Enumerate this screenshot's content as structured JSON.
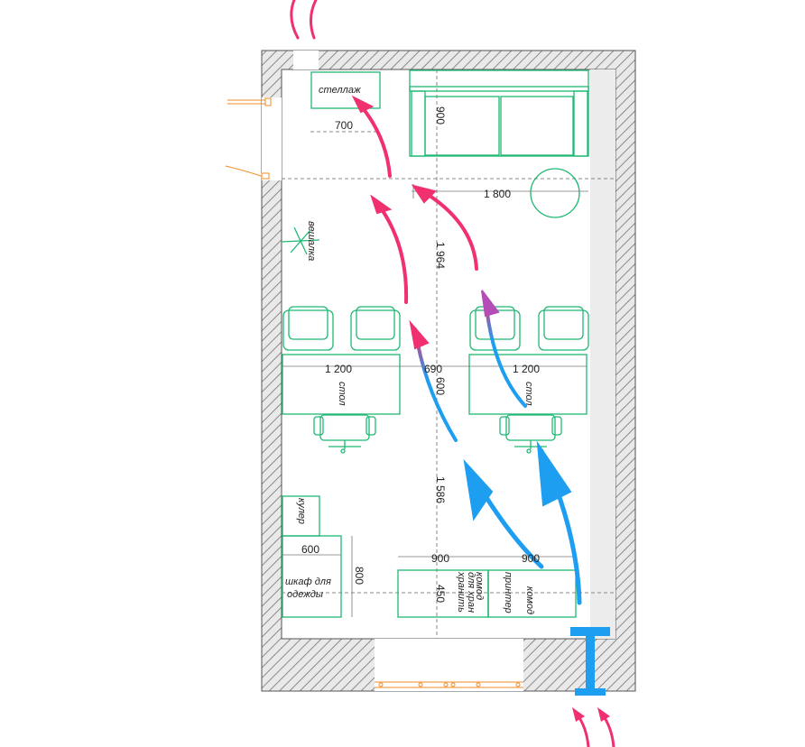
{
  "colors": {
    "wall_hatch": "#8a8a8a",
    "wall_fill": "#e9e9e9",
    "floor": "#ffffff",
    "furniture": "#1fb873",
    "door": "#f08a24",
    "warm_arrow": "#f0306f",
    "cool_arrow": "#1e9ef0",
    "heater": "#1e9ef0",
    "dimension": "#777777"
  },
  "labels": {
    "shelf": "стеллаж",
    "hanger": "вешалка",
    "table_left": "стол",
    "table_right": "стол",
    "cooler": "кулер",
    "wardrobe_1": "шкаф для",
    "wardrobe_2": "одежды",
    "dresser_1": "комод",
    "dresser_2": "для хран",
    "dresser_3": "хранить",
    "printer": "принтер",
    "dresser_right": "комод"
  },
  "dimensions": {
    "shelf_width": "700",
    "sofa_depth": "900",
    "sofa_width": "1 800",
    "passage_upper": "1 964",
    "table_left_width": "1 200",
    "aisle": "690",
    "table_right_width": "1 200",
    "table_depth": "600",
    "passage_lower": "1 586",
    "wardrobe_width": "600",
    "wardrobe_depth": "800",
    "dresser_width": "900",
    "printer_width": "900",
    "dresser_depth": "450"
  }
}
